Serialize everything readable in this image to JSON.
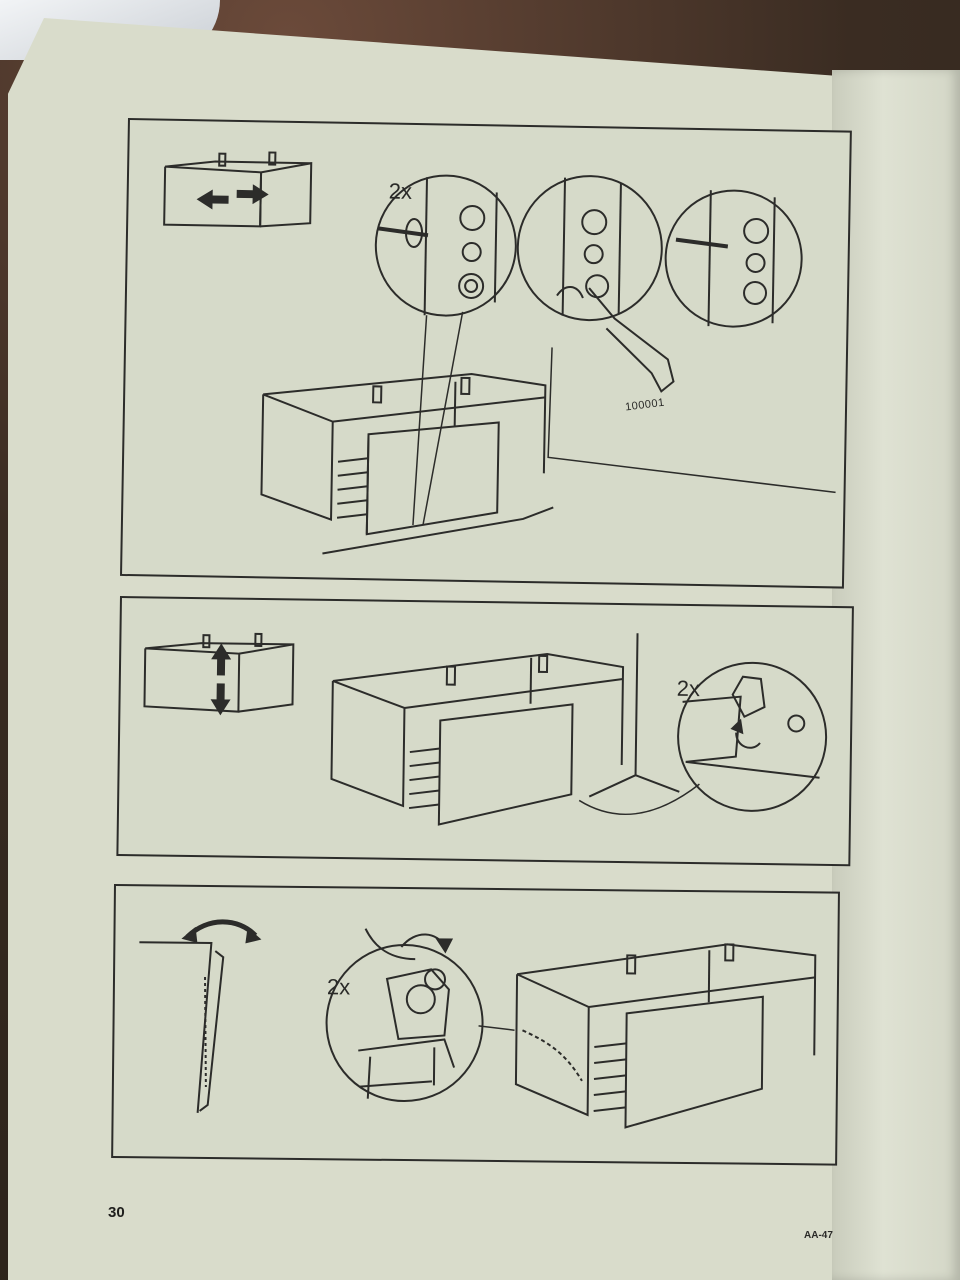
{
  "page_number": "30",
  "document_code": "AA-47",
  "panel1": {
    "multiplier": "2x",
    "part_number": "100001"
  },
  "panel2": {
    "multiplier": "2x"
  },
  "panel3": {
    "multiplier": "2x"
  },
  "colors": {
    "paper": "#d9dccb",
    "ink": "#2c2c2a",
    "background": "#3d3528"
  }
}
